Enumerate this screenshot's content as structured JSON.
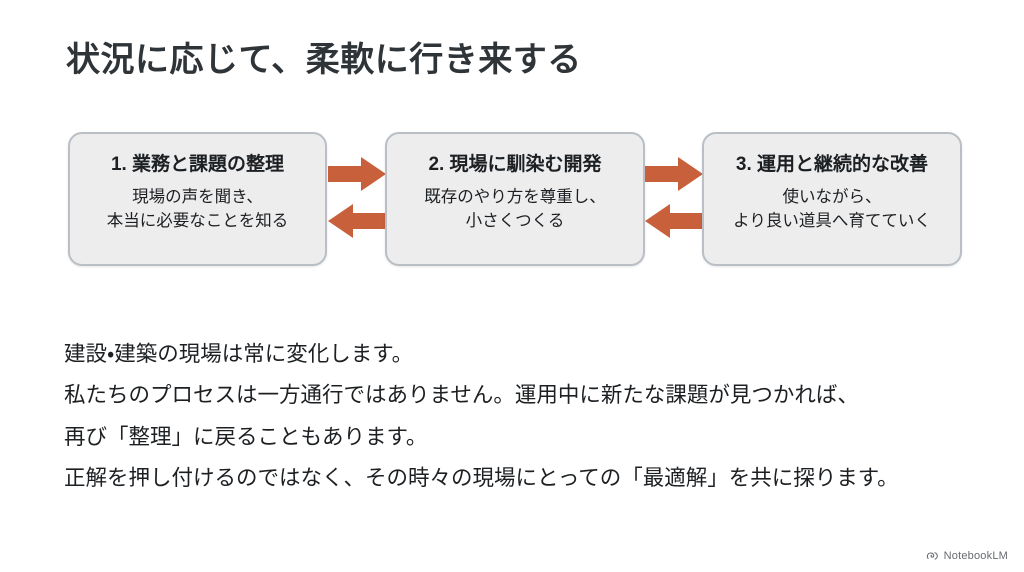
{
  "slide": {
    "title": "状況に応じて、柔軟に行き来する",
    "background_color": "#ffffff",
    "title_color": "#2f3438"
  },
  "flow": {
    "accent_color": "#c8603c",
    "box_fill_color": "#ededee",
    "box_border_color": "#b9bfc4",
    "steps": [
      {
        "heading": "1. 業務と課題の整理",
        "body": "現場の声を聞き、\n本当に必要なことを知る"
      },
      {
        "heading": "2. 現場に馴染む開発",
        "body": "既存のやり方を尊重し、\n小さくつくる"
      },
      {
        "heading": "3. 運用と継続的な改善",
        "body": "使いながら、\nより良い道具へ育てていく"
      }
    ],
    "connectors": [
      {
        "forward_icon": "arrow-right-icon",
        "backward_icon": "arrow-left-icon"
      },
      {
        "forward_icon": "arrow-right-icon",
        "backward_icon": "arrow-left-icon"
      }
    ]
  },
  "description": {
    "lines": [
      "建設・建築の現場は常に変化します。",
      "私たちのプロセスは一方通行ではありません。運用中に新たな課題が見つかれば、",
      "再び「整理」に戻ることもあります。",
      "正解を押し付けるのではなく、その時々の現場にとっての「最適解」を共に探ります。"
    ]
  },
  "watermark": {
    "label": "NotebookLM",
    "icon": "notebooklm-logo-icon"
  }
}
